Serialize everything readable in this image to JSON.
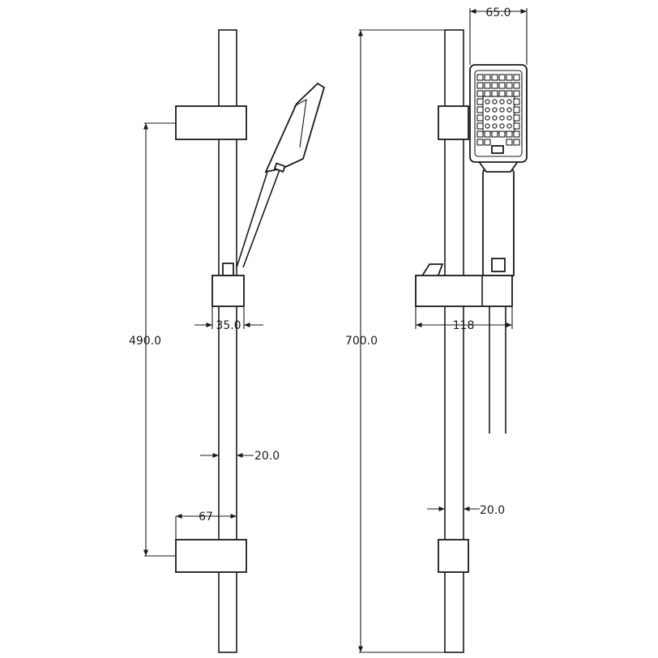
{
  "drawing": {
    "left_view": {
      "dim_height": "490.0",
      "dim_holder_width": "35.0",
      "dim_rail_width": "20.0",
      "dim_bracket_depth": "67"
    },
    "right_view": {
      "dim_head_width": "65.0",
      "dim_total_height": "700.0",
      "dim_slider_width": "118",
      "dim_rail_width": "20.0"
    }
  },
  "colors": {
    "line": "#1a1a1a",
    "background": "#ffffff"
  }
}
